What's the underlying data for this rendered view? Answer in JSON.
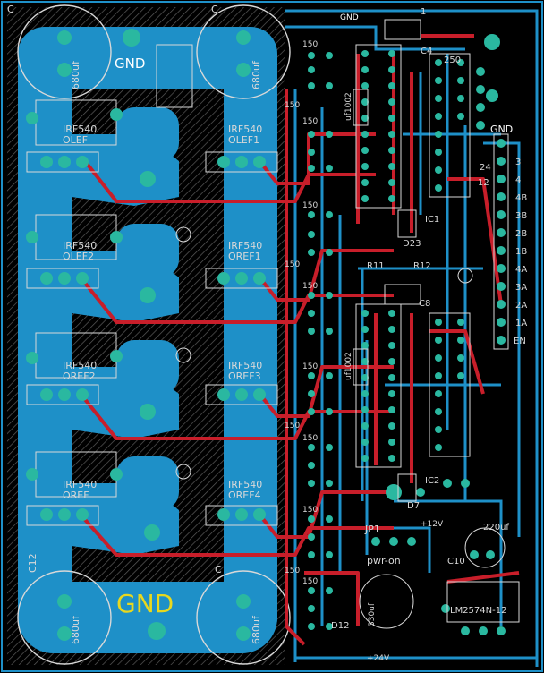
{
  "colors": {
    "background": "#000000",
    "copper_bottom": "#1e90c8",
    "copper_top": "#c81e2a",
    "pad": "#2ab8a0",
    "silk": "#d8d8d8",
    "ground_label": "#ffffff",
    "gnd_big": "#e8d81e"
  },
  "power_labels": {
    "gnd_top_left": "GND",
    "gnd_bottom_big": "GND",
    "gnd_top_right": "GND",
    "gnd_mid_right": "GND",
    "v12_bottom": "+12V",
    "v24_bottom": "+24V",
    "pwr_on": "pwr-on",
    "jp1": "JP1"
  },
  "mosfets": [
    {
      "name": "IRF540",
      "ref": "OLEF"
    },
    {
      "name": "IRF540",
      "ref": "OLEF1"
    },
    {
      "name": "IRF540",
      "ref": "OLEF2"
    },
    {
      "name": "IRF540",
      "ref": "OREF1"
    },
    {
      "name": "IRF540",
      "ref": "OREF2"
    },
    {
      "name": "IRF540",
      "ref": "OREF3"
    },
    {
      "name": "IRF540",
      "ref": "OREF"
    },
    {
      "name": "IRF540",
      "ref": "OREF4"
    }
  ],
  "caps_big": [
    {
      "value": "680uf",
      "ref": "C"
    },
    {
      "value": "680uf",
      "ref": "C"
    },
    {
      "value": "680uf",
      "ref": "C12"
    },
    {
      "value": "680uf",
      "ref": "C"
    }
  ],
  "resistor_values": [
    "150",
    "150",
    "150",
    "150",
    "150",
    "150",
    "150",
    "150",
    "150",
    "150",
    "150",
    "150"
  ],
  "ic_labels": {
    "ic1": "IC1",
    "ic2": "IC2",
    "c4": "C4",
    "c8": "C8",
    "c10": "C10",
    "reg": "LM2574N-12",
    "reg_cap": "220uf",
    "cap330": "330uf",
    "d7": "D7",
    "d23": "D23",
    "d12": "D12",
    "r11": "R11",
    "r12": "R12",
    "uf": "uf1002",
    "uf2": "uf1002",
    "c1": "1",
    "c250": "250"
  },
  "connector_pins": [
    "4B",
    "3B",
    "2B",
    "1B",
    "4A",
    "3A",
    "2A",
    "1A",
    "EN",
    "4",
    "3",
    "12",
    "24"
  ]
}
